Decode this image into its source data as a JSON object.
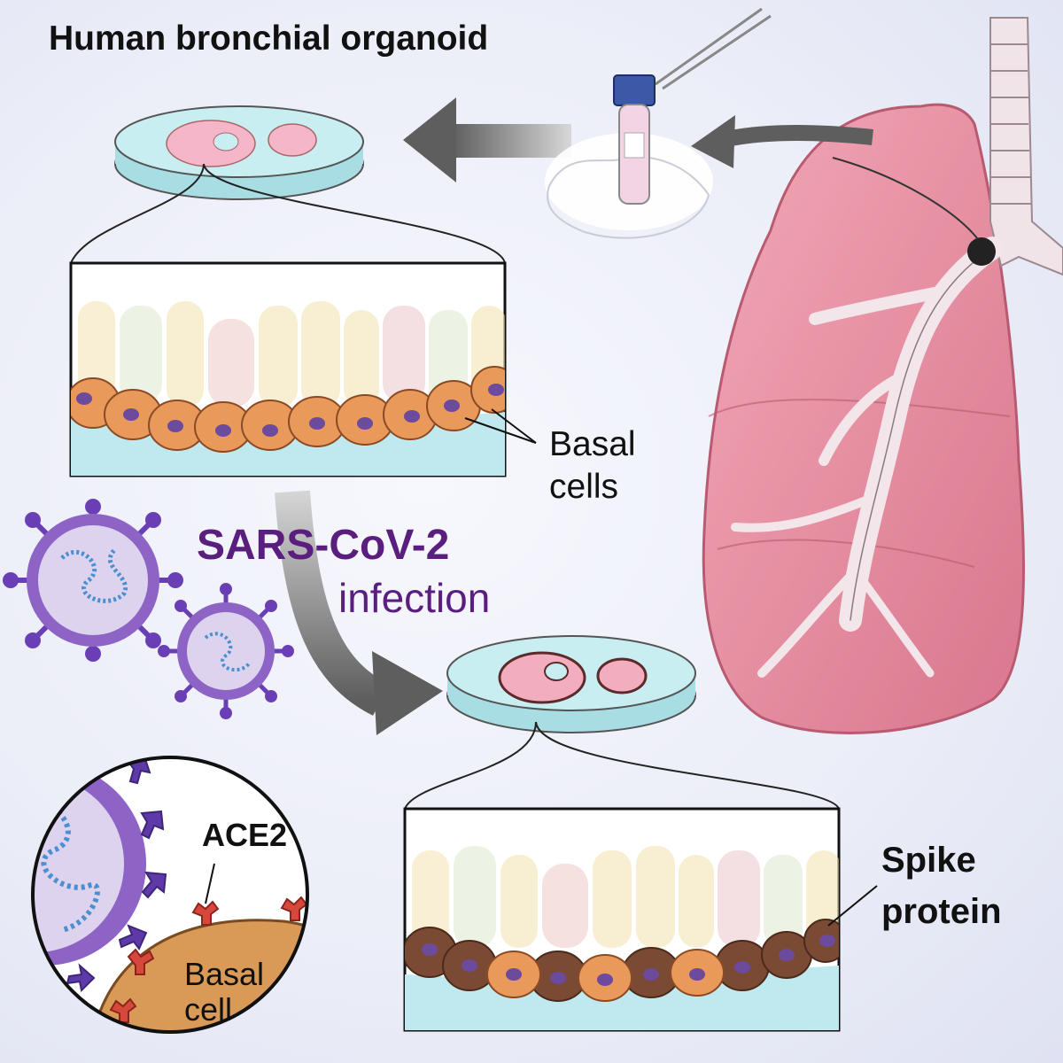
{
  "labels": {
    "title": "Human bronchial organoid",
    "basal_cells": "Basal cells",
    "virus_name": "SARS-CoV-2",
    "infection": "infection",
    "receptor": "ACE2",
    "basal_cell": "Basal cell",
    "spike_protein": "Spike protein"
  },
  "colors": {
    "virus_purple": "#5a1e7e",
    "lung_pink": "#e88ea2",
    "basal_orange": "#e9995a",
    "infected_brown": "#7a4a34",
    "ace2_red": "#d6483c",
    "dish_cyan": "#bfe9ee"
  },
  "icons": {
    "virus": "coronavirus-icon",
    "lung": "lung-icon",
    "tube": "sample-tube-icon",
    "dish": "petri-dish-icon"
  }
}
